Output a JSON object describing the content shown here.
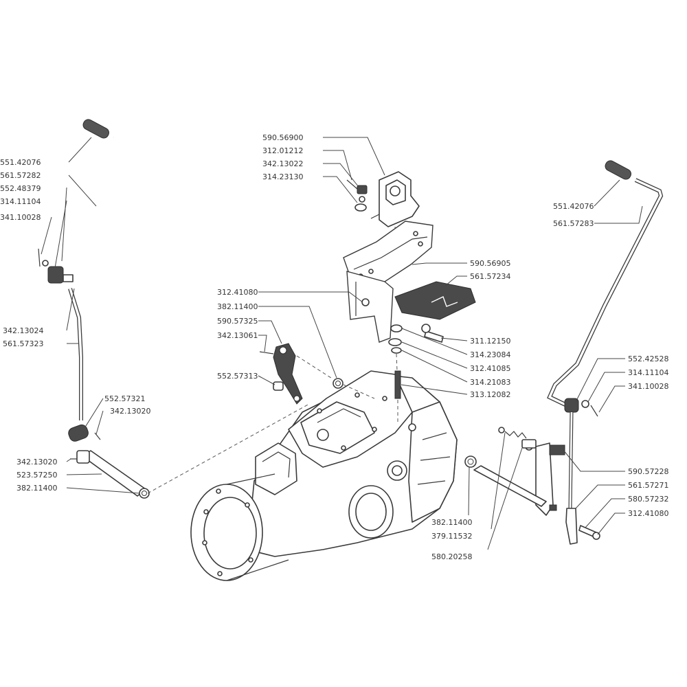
{
  "labels": {
    "left_lever": {
      "l1": "551.42076",
      "l2": "561.57282",
      "l3": "552.48379",
      "l4": "314.11104",
      "l5": "341.10028",
      "l6": "342.13024",
      "l7": "561.57323",
      "l8": "552.57321",
      "l9": "342.13020",
      "l10": "342.13020",
      "l11": "523.57250",
      "l12": "382.11400"
    },
    "top_bracket": {
      "t1": "590.56900",
      "t2": "312.01212",
      "t3": "342.13022",
      "t4": "314.23130",
      "t5": "590.56905",
      "t6": "561.57234",
      "t7": "311.12150",
      "t8": "314.23084",
      "t9": "312.41085",
      "t10": "314.21083",
      "t11": "313.12082"
    },
    "middle_arm": {
      "m1": "312.41080",
      "m2": "382.11400",
      "m3": "590.57325",
      "m4": "342.13061",
      "m5": "552.57313"
    },
    "right_lever": {
      "r1": "551.42076",
      "r2": "561.57283",
      "r3": "552.42528",
      "r4": "314.11104",
      "r5": "341.10028",
      "r6": "590.57228",
      "r7": "561.57271",
      "r8": "580.57232",
      "r9": "312.41080",
      "r10": "382.11400",
      "r11": "379.11532",
      "r12": "580.20258"
    }
  }
}
